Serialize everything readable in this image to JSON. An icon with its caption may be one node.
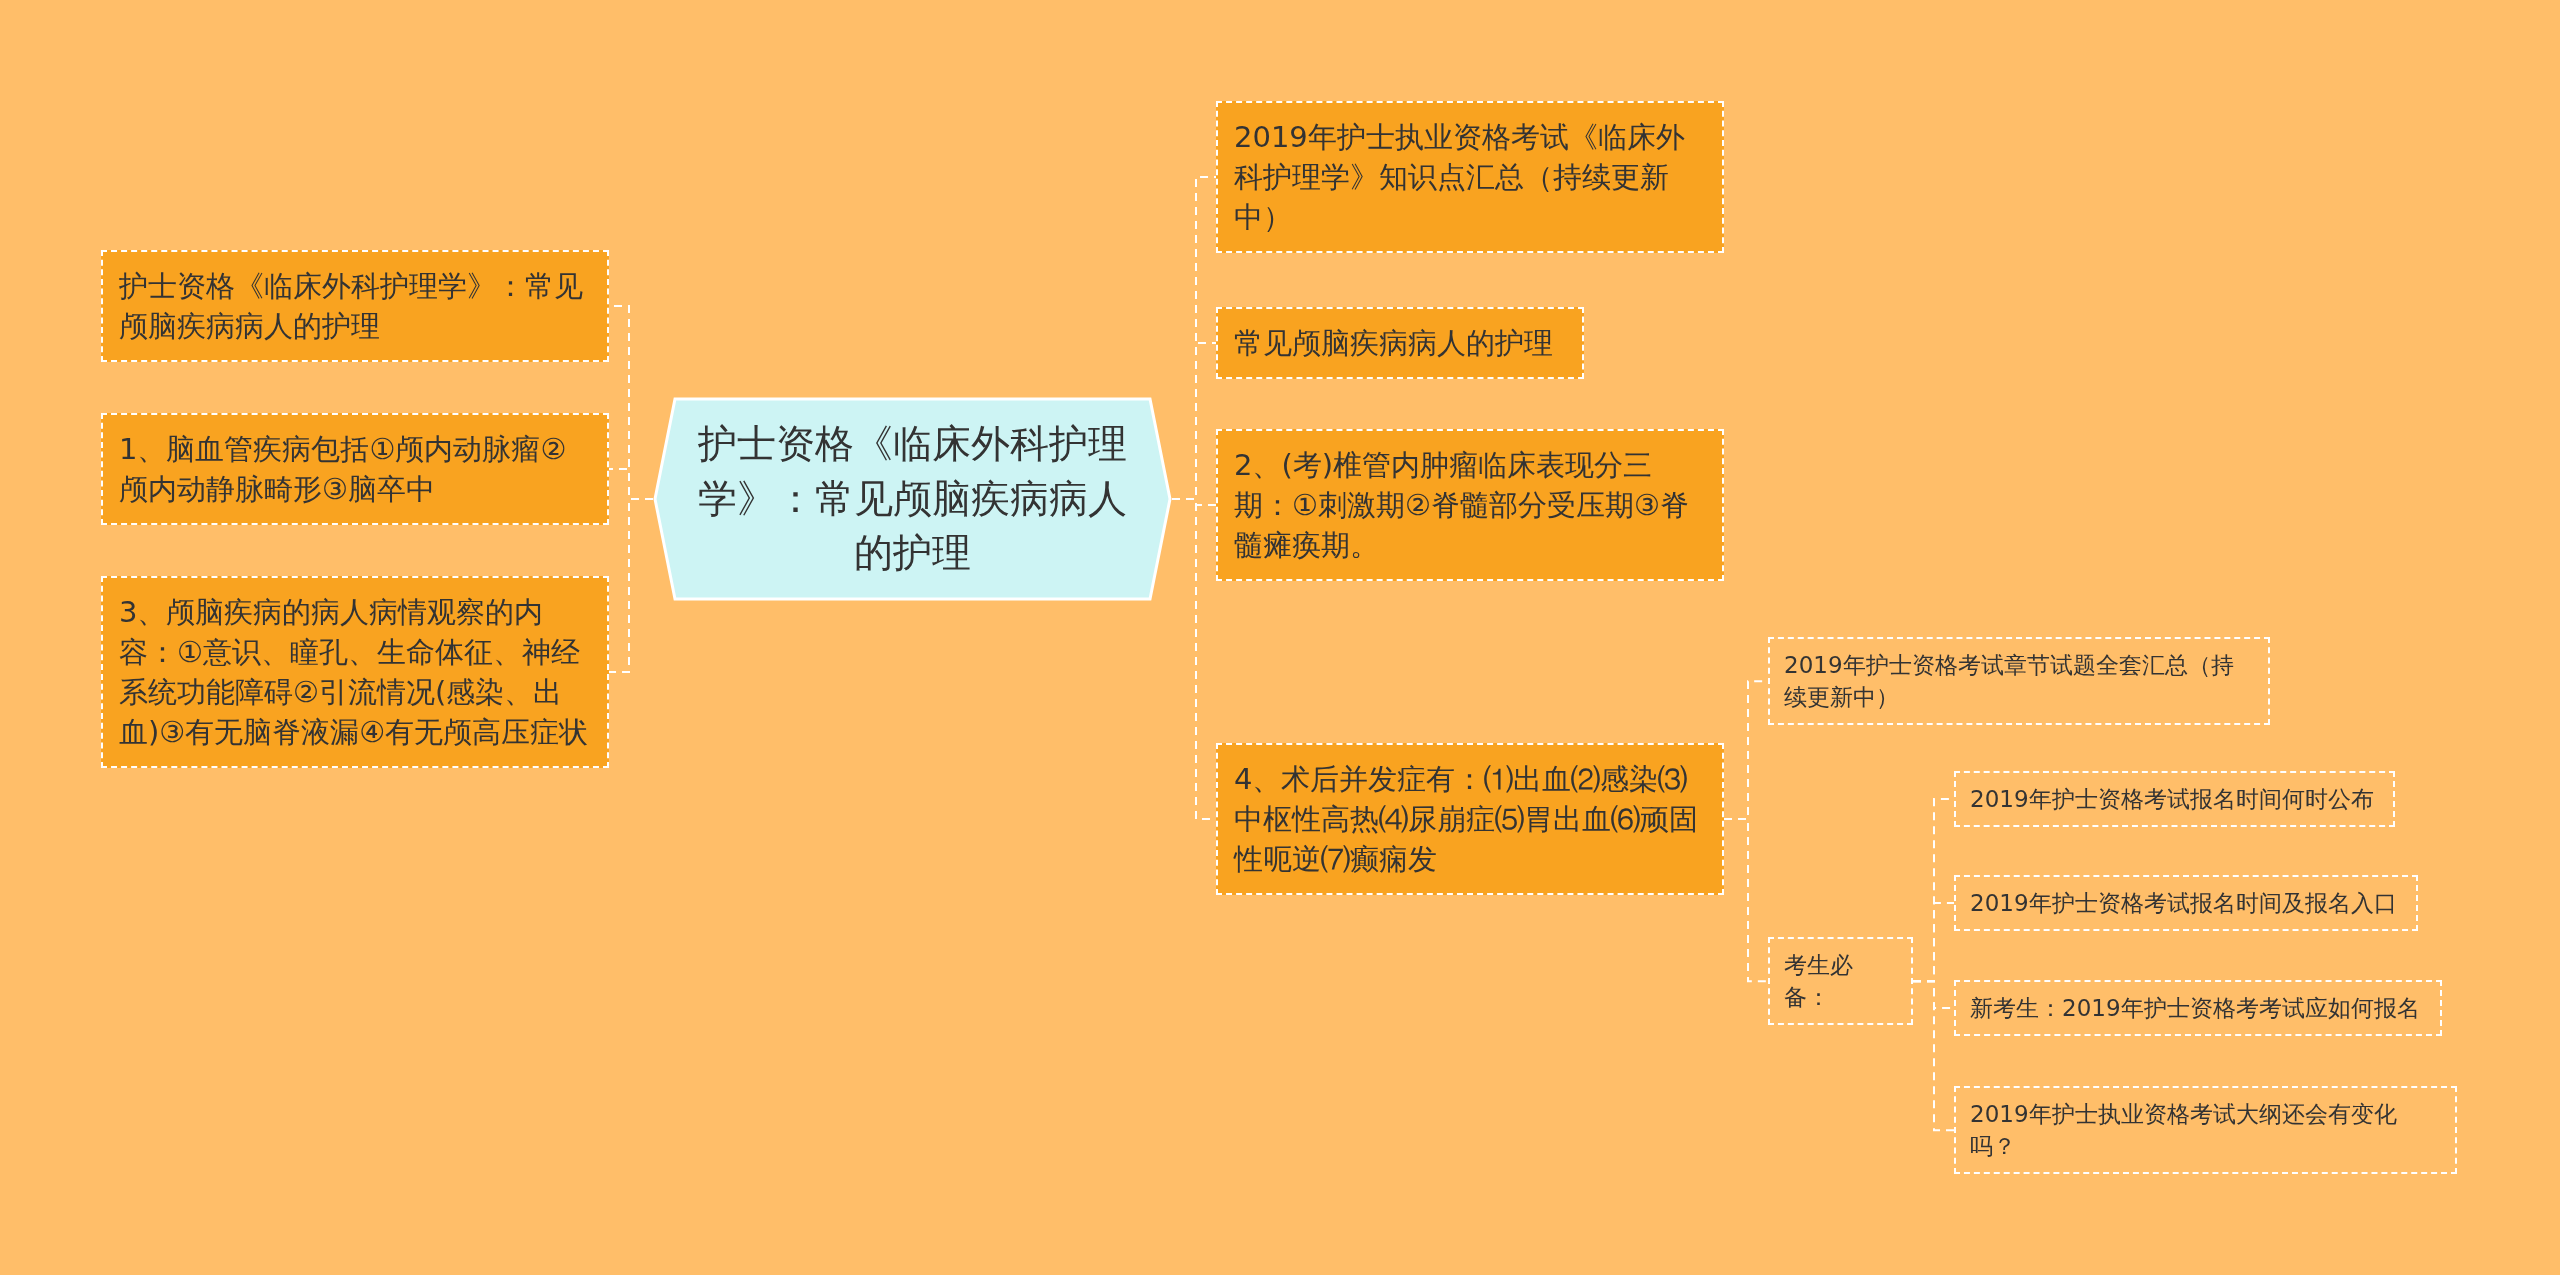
{
  "diagram": {
    "nodes": [
      {
        "text": [
          "护士资格《临床外科护理学》：常见颅脑疾病病人的护理"
        ]
      },
      {
        "text": [
          "护士资格《临床外科护理学》：常见颅脑疾病病人的护理"
        ]
      },
      {
        "text": [
          "1、脑血管疾病包括①颅内动脉瘤②颅内动静脉畸形③脑卒中"
        ]
      },
      {
        "text": [
          "3、颅脑疾病的病人病情观察的内容：①意识、瞳孔、生命体征、神经系统功能障碍②引流情况(感染、出血)③有无脑脊液漏④有无颅高压症状"
        ]
      },
      {
        "text": [
          "2019年护士执业资格考试《临床外科护理学》知识点汇总（持续更新中）"
        ]
      },
      {
        "text": [
          "常见颅脑疾病病人的护理"
        ]
      },
      {
        "text": [
          "2、(考)椎管内肿瘤临床表现分三期：①刺激期②脊髓部分受压期③脊髓瘫痪期。"
        ]
      },
      {
        "text": [
          "4、术后并发症有：⑴出血⑵感染⑶中枢性高热⑷尿崩症⑸胃出血⑹顽固性呃逆⑺癫痫发"
        ]
      },
      {
        "text": [
          "2019年护士资格考试章节试题全套汇总（持续更新中）"
        ]
      },
      {
        "text": [
          "考生必备："
        ]
      },
      {
        "text": [
          "2019年护士资格考试报名时间何时公布"
        ]
      },
      {
        "text": [
          "2019年护士资格考试报名时间及报名入口"
        ]
      },
      {
        "text": [
          "新考生：2019年护士资格考考试应如何报名"
        ]
      },
      {
        "text": [
          "2019年护士执业资格考试大纲还会有变化吗？"
        ]
      }
    ],
    "edges": [
      {
        "from": 0,
        "to": 1,
        "arrow": "none",
        "style": "dashed"
      },
      {
        "from": 0,
        "to": 2,
        "arrow": "none",
        "style": "dashed"
      },
      {
        "from": 0,
        "to": 3,
        "arrow": "none",
        "style": "dashed"
      },
      {
        "from": 0,
        "to": 4,
        "arrow": "none",
        "style": "dashed"
      },
      {
        "from": 0,
        "to": 5,
        "arrow": "none",
        "style": "dashed"
      },
      {
        "from": 0,
        "to": 6,
        "arrow": "none",
        "style": "dashed"
      },
      {
        "from": 0,
        "to": 7,
        "arrow": "none",
        "style": "dashed"
      },
      {
        "from": 7,
        "to": 8,
        "arrow": "none",
        "style": "dashed"
      },
      {
        "from": 7,
        "to": 9,
        "arrow": "none",
        "style": "dashed"
      },
      {
        "from": 9,
        "to": 10,
        "arrow": "none",
        "style": "dashed"
      },
      {
        "from": 9,
        "to": 11,
        "arrow": "none",
        "style": "dashed"
      },
      {
        "from": 9,
        "to": 12,
        "arrow": "none",
        "style": "dashed"
      },
      {
        "from": 9,
        "to": 13,
        "arrow": "none",
        "style": "dashed"
      }
    ]
  }
}
